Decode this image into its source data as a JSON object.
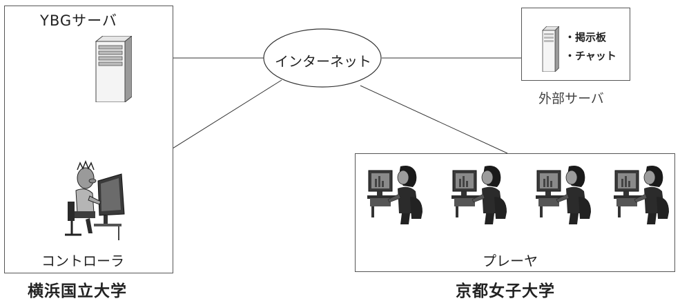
{
  "yokohama": {
    "server_label": "YBGサーバ",
    "controller_label": "コントローラ",
    "site_label": "横浜国立大学"
  },
  "internet": {
    "label": "インターネット"
  },
  "external": {
    "items": [
      "・掲示板",
      "・チャット"
    ],
    "label": "外部サーバ"
  },
  "kyoto": {
    "players_label": "プレーヤ",
    "site_label": "京都女子大学"
  },
  "icons": {
    "server": "server-tower-icon",
    "controller": "person-at-computer-icon",
    "player": "woman-at-computer-icon"
  }
}
